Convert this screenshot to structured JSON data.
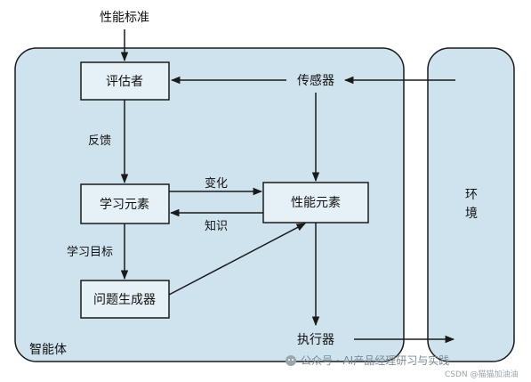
{
  "diagram": {
    "top_input": "性能标准",
    "agent_label": "智能体",
    "environment_label_1": "环",
    "environment_label_2": "境",
    "nodes": {
      "evaluator": "评估者",
      "sensor": "传感器",
      "learning_element": "学习元素",
      "performance_element": "性能元素",
      "problem_generator": "问题生成器",
      "actuator": "执行器"
    },
    "edge_labels": {
      "feedback": "反馈",
      "change": "变化",
      "knowledge": "知识",
      "learning_goals": "学习目标"
    }
  },
  "watermark": {
    "text": "公众号 · AI产品经理研习与实践",
    "sub": "CSDN @猫猫加油油"
  },
  "colors": {
    "panel_fill": "#cfe3ee",
    "node_fill": "#e6f1f7",
    "stroke": "#1a1a1a"
  }
}
